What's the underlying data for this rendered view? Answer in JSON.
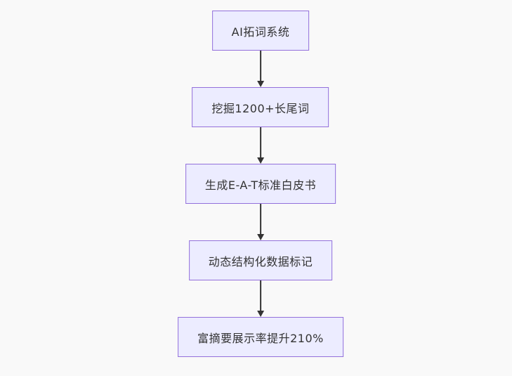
{
  "diagram": {
    "type": "flowchart",
    "direction": "top-down",
    "colors": {
      "background": "#f9f9f9",
      "node_fill": "#ECECFF",
      "node_border": "#9370DB",
      "text": "#333333",
      "arrow": "#333333"
    },
    "nodes": [
      {
        "id": "n1",
        "label": "AI拓词系统"
      },
      {
        "id": "n2",
        "label": "挖掘1200+长尾词"
      },
      {
        "id": "n3",
        "label": "生成E-A-T标准白皮书"
      },
      {
        "id": "n4",
        "label": "动态结构化数据标记"
      },
      {
        "id": "n5",
        "label": "富摘要展示率提升210%"
      }
    ],
    "edges": [
      {
        "from": "n1",
        "to": "n2"
      },
      {
        "from": "n2",
        "to": "n3"
      },
      {
        "from": "n3",
        "to": "n4"
      },
      {
        "from": "n4",
        "to": "n5"
      }
    ]
  }
}
